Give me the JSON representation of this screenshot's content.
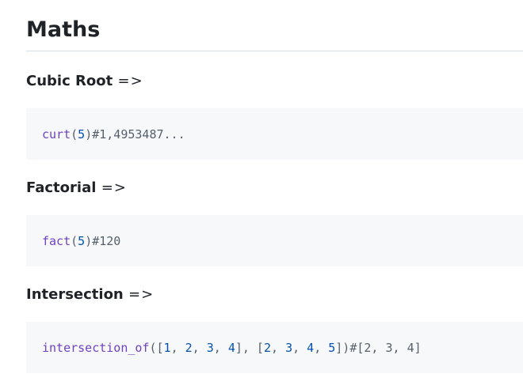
{
  "section": {
    "title": "Maths"
  },
  "entries": [
    {
      "heading": "Cubic Root",
      "arrow": "=>",
      "code": {
        "fn": "curt",
        "open": "(",
        "args": [
          "5"
        ],
        "close": ")",
        "comment": "#1,4953487..."
      }
    },
    {
      "heading": "Factorial",
      "arrow": "=>",
      "code": {
        "fn": "fact",
        "open": "(",
        "args": [
          "5"
        ],
        "close": ")",
        "comment": "#120"
      }
    },
    {
      "heading": "Intersection",
      "arrow": "=>",
      "code": {
        "fn": "intersection_of",
        "open": "([",
        "list_a": [
          "1",
          "2",
          "3",
          "4"
        ],
        "mid": "], [",
        "list_b": [
          "2",
          "3",
          "4",
          "5"
        ],
        "close": "])",
        "comment": "#[2, 3, 4]"
      }
    }
  ]
}
